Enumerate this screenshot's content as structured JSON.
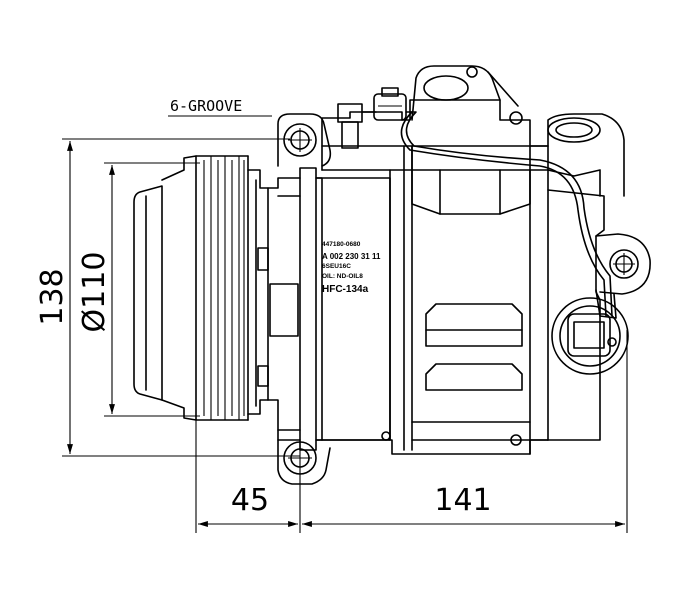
{
  "drawing": {
    "groove_label": "6-GROOVE",
    "dimensions": {
      "overall_height": "138",
      "pulley_diameter": "Ø110",
      "pulley_offset": "45",
      "body_length": "141"
    },
    "nameplate": {
      "part_number": "447180-0680",
      "oem_number": "A 002 230 31 11",
      "model": "6SEU16C",
      "oil": "OIL: ND-OIL8",
      "refrigerant": "HFC-134a"
    }
  }
}
